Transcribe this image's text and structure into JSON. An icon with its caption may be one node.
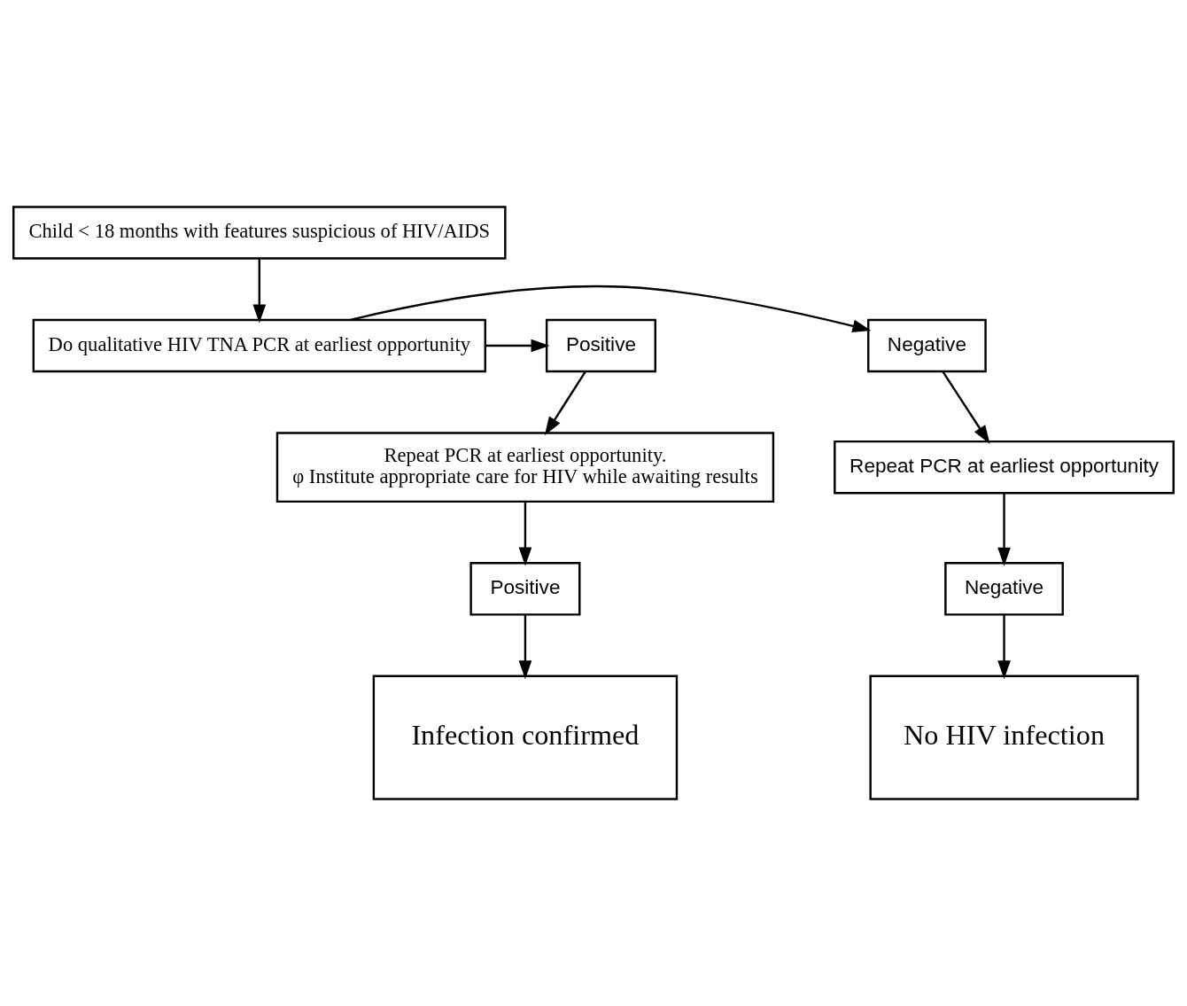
{
  "diagram": {
    "nodes": [
      {
        "text": [
          "Child < 18 months with features suspicious of HIV/AIDS"
        ]
      },
      {
        "text": [
          "Do qualitative HIV TNA PCR at earliest opportunity"
        ]
      },
      {
        "text": [
          "Negative"
        ]
      },
      {
        "text": [
          "Positive"
        ]
      },
      {
        "text": [
          "Repeat PCR at earliest opportunity"
        ]
      },
      {
        "text": [
          "Repeat PCR at earliest opportunity.",
          "φ Institute appropriate care for HIV while awaiting results"
        ]
      },
      {
        "text": [
          "Negative"
        ]
      },
      {
        "text": [
          "Positive"
        ]
      },
      {
        "text": [
          "No HIV infection"
        ]
      },
      {
        "text": [
          "Infection confirmed"
        ]
      }
    ],
    "edges": [
      {
        "from": 0,
        "to": 1,
        "arrow": "to"
      },
      {
        "from": 1,
        "to": 2,
        "arrow": "to"
      },
      {
        "from": 1,
        "to": 3,
        "arrow": "to"
      },
      {
        "from": 2,
        "to": 4,
        "arrow": "to"
      },
      {
        "from": 3,
        "to": 5,
        "arrow": "to"
      },
      {
        "from": 4,
        "to": 6,
        "arrow": "to"
      },
      {
        "from": 5,
        "to": 7,
        "arrow": "to"
      },
      {
        "from": 6,
        "to": 8,
        "arrow": "to"
      },
      {
        "from": 7,
        "to": 9,
        "arrow": "to"
      }
    ]
  }
}
